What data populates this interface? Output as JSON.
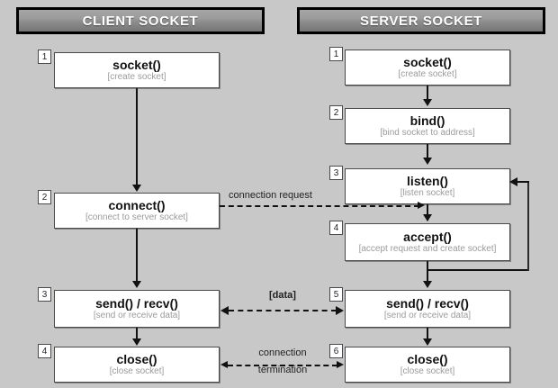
{
  "columns": {
    "client": {
      "title": "CLIENT SOCKET"
    },
    "server": {
      "title": "SERVER SOCKET"
    }
  },
  "client_steps": [
    {
      "num": "1",
      "fn": "socket()",
      "desc": "[create socket]"
    },
    {
      "num": "2",
      "fn": "connect()",
      "desc": "[connect to server socket]"
    },
    {
      "num": "3",
      "fn": "send() / recv()",
      "desc": "[send or receive data]"
    },
    {
      "num": "4",
      "fn": "close()",
      "desc": "[close socket]"
    }
  ],
  "server_steps": [
    {
      "num": "1",
      "fn": "socket()",
      "desc": "[create socket]"
    },
    {
      "num": "2",
      "fn": "bind()",
      "desc": "[bind socket to address]"
    },
    {
      "num": "3",
      "fn": "listen()",
      "desc": "[listen socket]"
    },
    {
      "num": "4",
      "fn": "accept()",
      "desc": "[accept request and create socket]"
    },
    {
      "num": "5",
      "fn": "send() / recv()",
      "desc": "[send or receive data]"
    },
    {
      "num": "6",
      "fn": "close()",
      "desc": "[close socket]"
    }
  ],
  "edges": {
    "connection_request": "connection request",
    "data": "[data]",
    "connection_termination_line1": "connection",
    "connection_termination_line2": "termination"
  },
  "colors": {
    "background": "#c8c8c8",
    "banner_text": "#ffffff",
    "box_fill": "#ffffff",
    "box_border": "#4a4a4a",
    "desc_text": "#9b9b9b",
    "line": "#111111"
  }
}
